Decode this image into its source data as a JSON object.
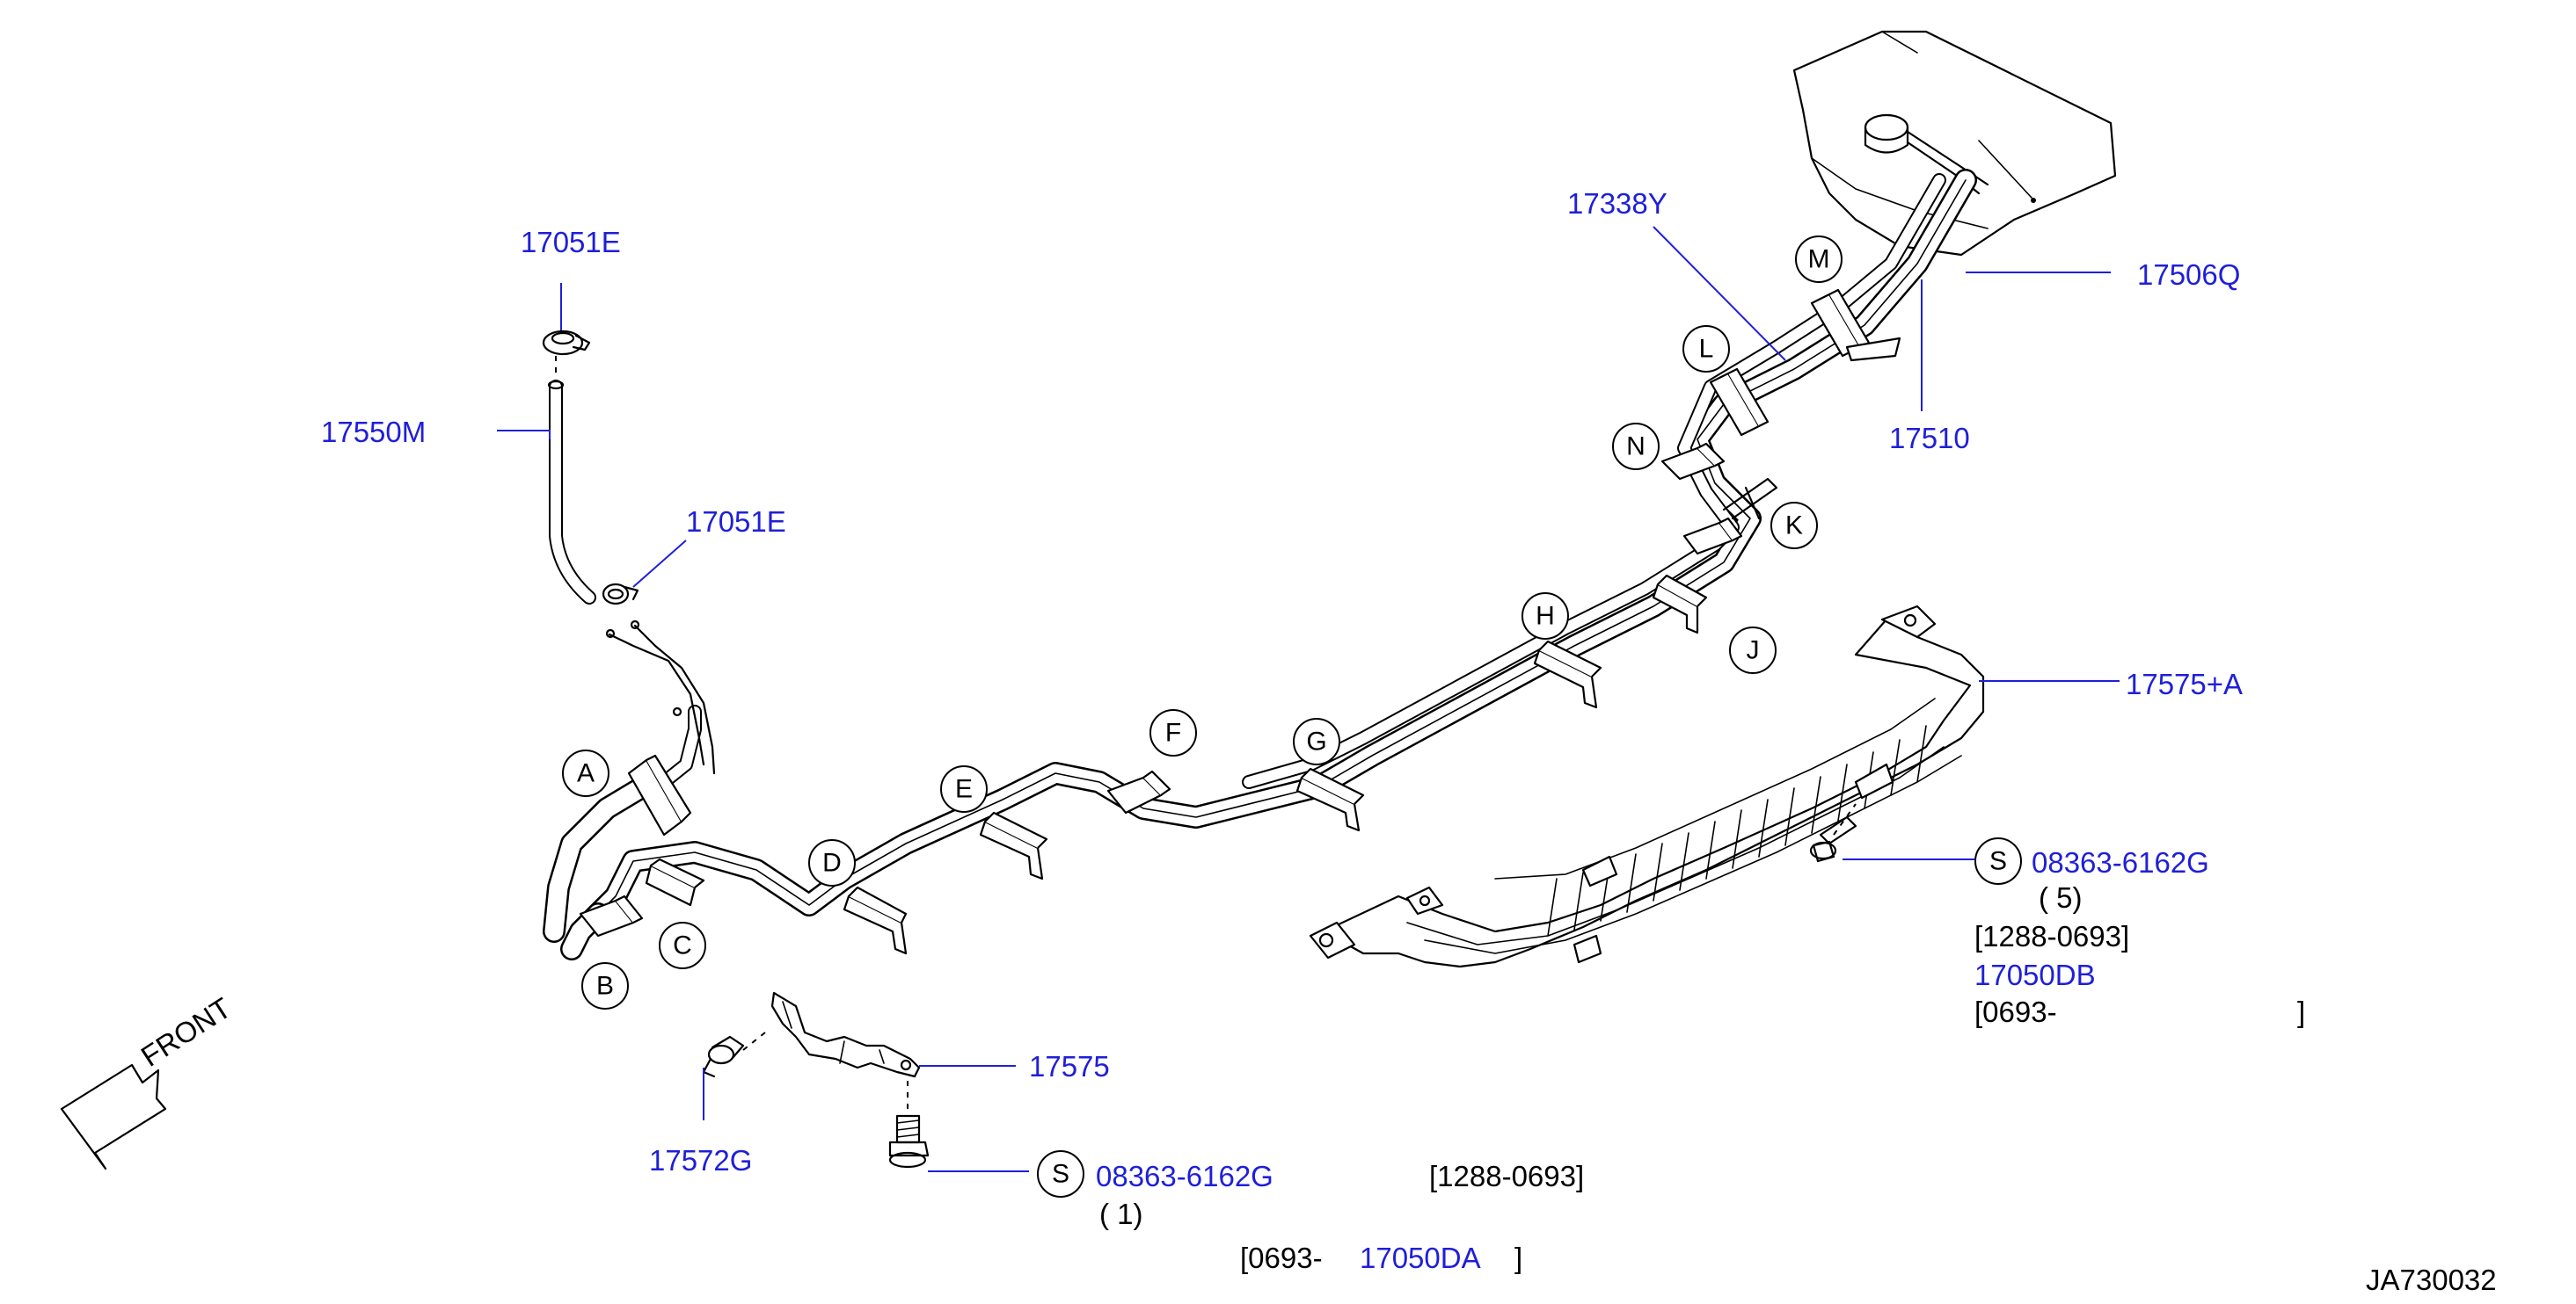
{
  "parts": {
    "p17051E_top": "17051E",
    "p17550M": "17550M",
    "p17051E_mid": "17051E",
    "p17338Y": "17338Y",
    "p17506Q": "17506Q",
    "p17510": "17510",
    "p17575A": "17575+A",
    "p17575": "17575",
    "p17572G": "17572G",
    "bolt_right": "08363-6162G",
    "bolt_bottom": "08363-6162G",
    "p17050DB": "17050DB",
    "p17050DA": "17050DA"
  },
  "notes": {
    "right_qty": "( 5)",
    "right_range1": "[1288-0693]",
    "right_range2_open": "[0693-",
    "right_range2_close": "]",
    "bottom_qty": "( 1)",
    "bottom_range1": "[1288-0693]",
    "bottom_range2_open": "[0693-",
    "bottom_range2_close": "]",
    "drawing_id": "JA730032",
    "front_label": "FRONT"
  },
  "callouts": {
    "A": "A",
    "B": "B",
    "C": "C",
    "D": "D",
    "E": "E",
    "F": "F",
    "G": "G",
    "H": "H",
    "J": "J",
    "K": "K",
    "L": "L",
    "M": "M",
    "N": "N",
    "S_right": "S",
    "S_bottom": "S"
  },
  "colors": {
    "part_number": "#1f1fd8",
    "line_art": "#000000",
    "background": "#ffffff"
  }
}
